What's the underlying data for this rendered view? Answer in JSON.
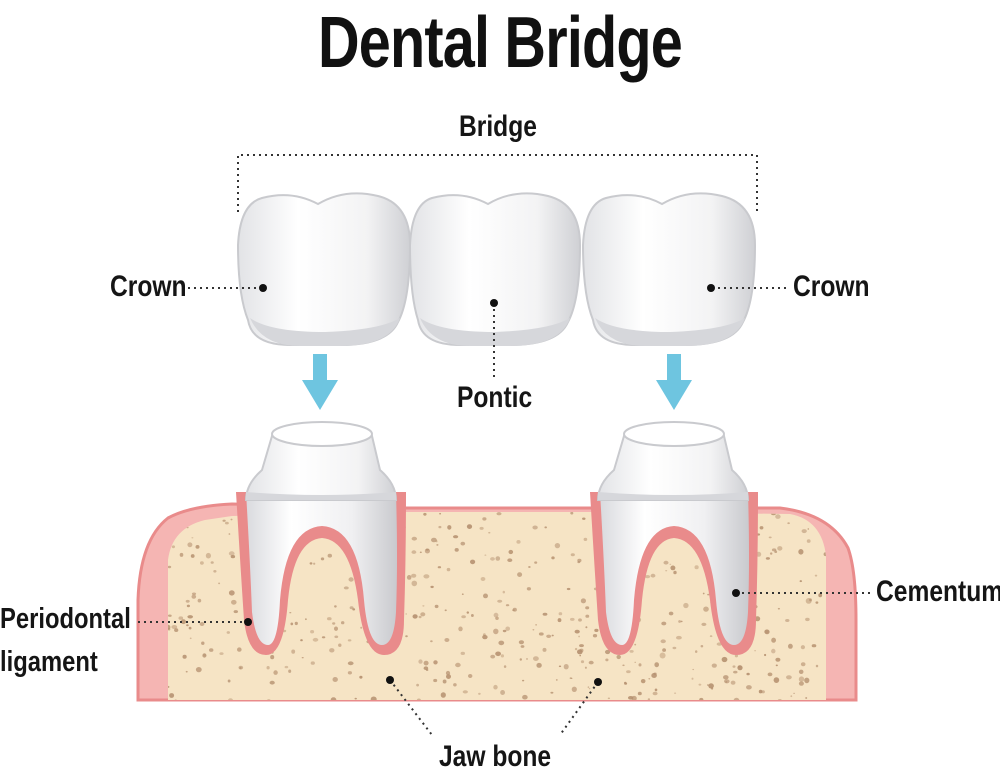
{
  "diagram": {
    "title": "Dental Bridge",
    "labels": {
      "bridge": "Bridge",
      "crown_left": "Crown",
      "crown_right": "Crown",
      "pontic": "Pontic",
      "cementum": "Cementum",
      "periodontal_line1": "Periodontal",
      "periodontal_line2": "ligament",
      "jaw_bone": "Jaw bone"
    },
    "colors": {
      "tooth": "#f2f2f2",
      "tooth_shadow": "#d3d4d8",
      "gum": "#e98b8b",
      "gum_light": "#f7b9b7",
      "bone": "#f6e4c5",
      "bone_speckle": "#b48f6e",
      "arrow": "#6ec5e0",
      "text": "#151515"
    }
  }
}
